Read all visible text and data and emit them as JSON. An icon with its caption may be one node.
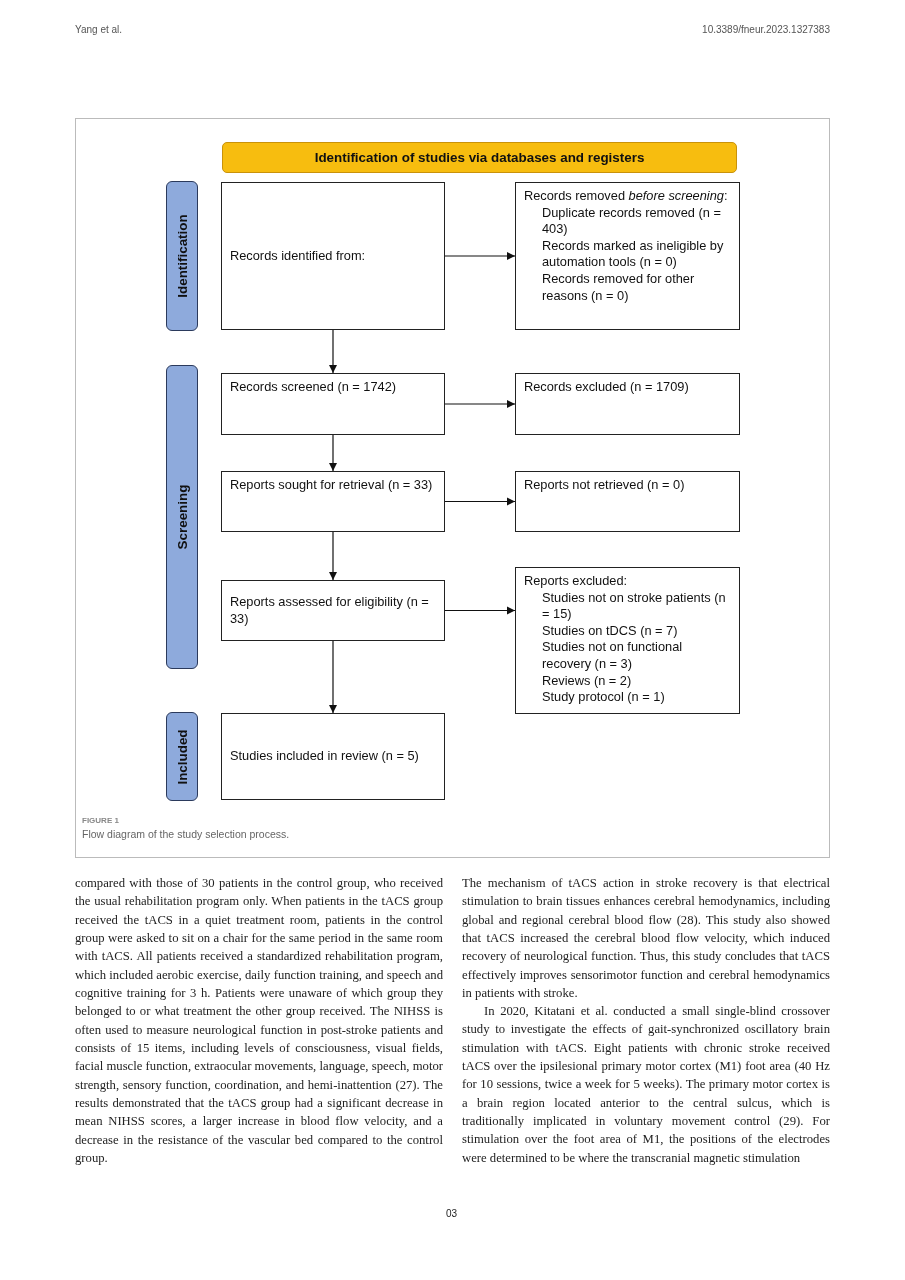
{
  "diagram": {
    "caption": "Flow diagram of the study selection process.",
    "nodes": [
      {
        "text": [
          "Identification of studies via databases and registers"
        ]
      },
      {
        "text": [
          "Identification"
        ]
      },
      {
        "text": [
          "Screening"
        ]
      },
      {
        "text": [
          "Included"
        ]
      },
      {
        "text": [
          "Records identified from:"
        ]
      },
      {
        "text": [
          "Records removed *before screening*:",
          "Duplicate records removed (n = 403)",
          "Records marked as ineligible by automation tools (n = 0)",
          "Records removed for other reasons (n = 0)"
        ]
      },
      {
        "text": [
          "Records screened (n = 1742)"
        ]
      },
      {
        "text": [
          "Records excluded (n = 1709)"
        ]
      },
      {
        "text": [
          "Reports sought for retrieval (n = 33)"
        ]
      },
      {
        "text": [
          "Reports not retrieved (n = 0)"
        ]
      },
      {
        "text": [
          "Reports assessed for eligibility (n = 33)"
        ]
      },
      {
        "text": [
          "Reports excluded:",
          "Studies not on stroke patients (n = 15)",
          "Studies on tDCS (n = 7)",
          "Studies not on functional recovery (n = 3)",
          "Reviews (n = 2)",
          "Study protocol (n = 1)"
        ]
      },
      {
        "text": [
          "Studies included in review (n = 5)"
        ]
      }
    ],
    "edges": [
      {
        "from": 4,
        "to": 5,
        "arrow": "to"
      },
      {
        "from": 4,
        "to": 6,
        "arrow": "to"
      },
      {
        "from": 6,
        "to": 7,
        "arrow": "to"
      },
      {
        "from": 6,
        "to": 8,
        "arrow": "to"
      },
      {
        "from": 8,
        "to": 9,
        "arrow": "to"
      },
      {
        "from": 8,
        "to": 10,
        "arrow": "to"
      },
      {
        "from": 10,
        "to": 11,
        "arrow": "to"
      },
      {
        "from": 10,
        "to": 12,
        "arrow": "to"
      }
    ],
    "labels": [
      "Yang et al.",
      "10.3389/fneur.2023.1327383",
      "FIGURE 1",
      "compared with those of 30 patients in the control group, who received the usual rehabilitation program only. When patients in the tACS group received the tACS in a quiet treatment room, patients in the control group were asked to sit on a chair for the same period in the same room with tACS. All patients received a standardized rehabilitation program, which included aerobic exercise, daily function training, and speech and cognitive training for 3 h. Patients were unaware of which group they belonged to or what treatment the other group received. The NIHSS is often used to measure neurological function in post-stroke patients and consists of 15 items, including levels of consciousness, visual fields, facial muscle function, extraocular movements, language, speech, motor strength, sensory function, coordination, and hemi-inattention (27). The results demonstrated that the tACS group had a significant decrease in mean NIHSS scores, a larger increase in blood flow velocity, and a decrease in the resistance of the vascular bed compared to the control group.",
      "The mechanism of tACS action in stroke recovery is that electrical stimulation to brain tissues enhances cerebral hemodynamics, including global and regional cerebral blood flow (28). This study also showed that tACS increased the cerebral blood flow velocity, which induced recovery of neurological function. Thus, this study concludes that tACS effectively improves sensorimotor function and cerebral hemodynamics in patients with stroke.",
      "In 2020, Kitatani et al. conducted a small single-blind crossover study to investigate the effects of gait-synchronized oscillatory brain stimulation with tACS. Eight patients with chronic stroke received tACS over the ipsilesional primary motor cortex (M1) foot area (40 Hz for 10 sessions, twice a week for 5 weeks). The primary motor cortex is a brain region located anterior to the central sulcus, which is traditionally implicated in voluntary movement control (29). For stimulation over the foot area of M1, the positions of the electrodes were determined to be where the transcranial magnetic stimulation",
      "03"
    ]
  }
}
